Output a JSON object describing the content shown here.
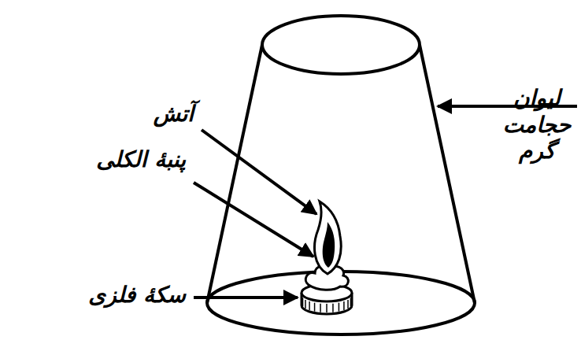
{
  "diagram": {
    "labels": [
      "آتش",
      "پنبهٔ الکلی",
      "سکهٔ فلزی",
      "لیوان حجامت گرم"
    ]
  }
}
